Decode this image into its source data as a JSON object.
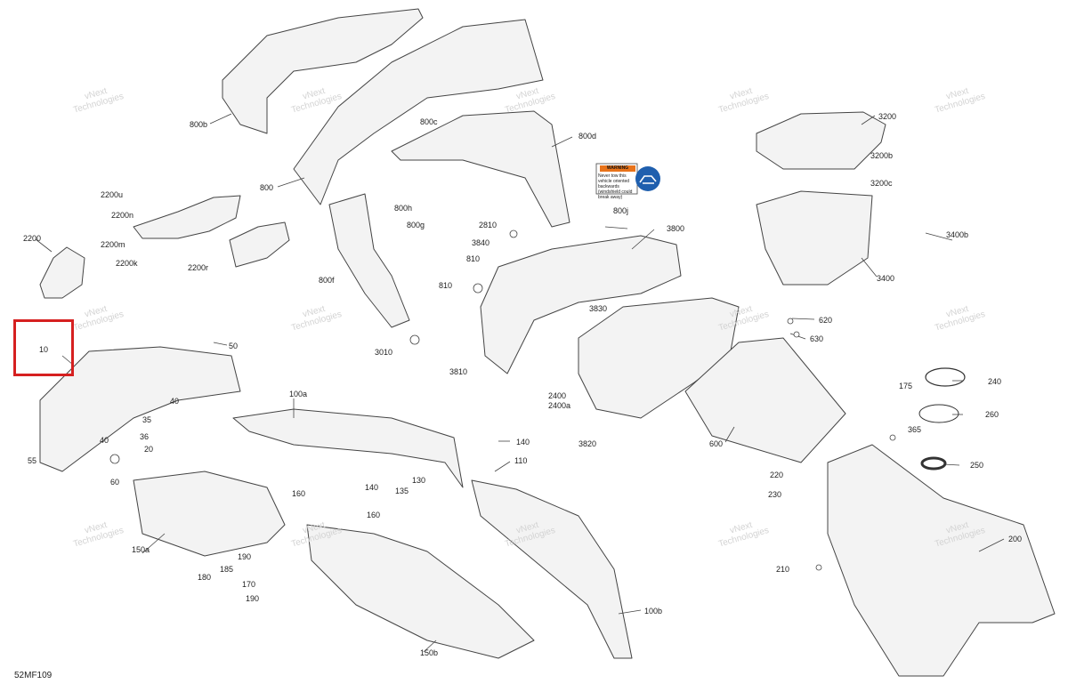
{
  "diagram": {
    "reference_code": "52MF109",
    "highlighted_callout": "10",
    "watermark": [
      "vNext",
      "Technologies"
    ],
    "warning_label": {
      "header": "WARNING",
      "body": "Never tow this vehicle oriented backwards (windshield could break away)"
    },
    "colors": {
      "highlight": "#d62020",
      "line": "#444444",
      "fill": "#f2f2f2",
      "warning": "#e8731a",
      "mandatory": "#1f5fae"
    },
    "callouts": {
      "c800b": "800b",
      "c800c": "800c",
      "c800d": "800d",
      "c800": "800",
      "c800h": "800h",
      "c800g": "800g",
      "c800f": "800f",
      "c800j": "800j",
      "c2200u": "2200u",
      "c2200n": "2200n",
      "c2200m": "2200m",
      "c2200k": "2200k",
      "c2200r": "2200r",
      "c2200": "2200",
      "c2810": "2810",
      "c3840": "3840",
      "c810a": "810",
      "c810b": "810",
      "c3830": "3830",
      "c3810": "3810",
      "c3010": "3010",
      "c3800": "3800",
      "c3200": "3200",
      "c3200b": "3200b",
      "c3200c": "3200c",
      "c3400b": "3400b",
      "c3400": "3400",
      "c620": "620",
      "c630": "630",
      "c2400": "2400",
      "c2400a": "2400a",
      "c3820": "3820",
      "c600": "600",
      "c175": "175",
      "c240": "240",
      "c260": "260",
      "c250": "250",
      "c365": "365",
      "c220": "220",
      "c230": "230",
      "c200": "200",
      "c210": "210",
      "c50": "50",
      "c40a": "40",
      "c35": "35",
      "c40b": "40",
      "c36": "36",
      "c20": "20",
      "c55": "55",
      "c60": "60",
      "c100a": "100a",
      "c140a": "140",
      "c140b": "140",
      "c135": "135",
      "c130": "130",
      "c110": "110",
      "c160a": "160",
      "c160b": "160",
      "c150a": "150a",
      "c185": "185",
      "c190a": "190",
      "c180": "180",
      "c170": "170",
      "c190b": "190",
      "c150b": "150b",
      "c100b": "100b"
    }
  }
}
